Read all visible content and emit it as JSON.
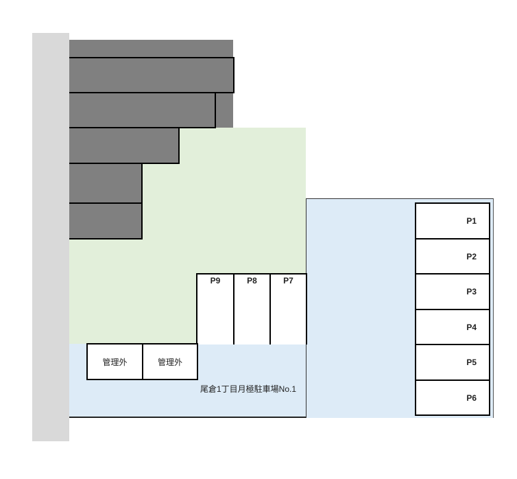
{
  "diagram": {
    "title": "尾倉1丁目月極駐車場No.1",
    "colors": {
      "road": "#d9d9d9",
      "building": "#808080",
      "green_area": "#e2efda",
      "parking_area": "#ddebf7",
      "slot": "#ffffff",
      "border": "#000000"
    },
    "right_slots": [
      {
        "label": "P1"
      },
      {
        "label": "P2"
      },
      {
        "label": "P3"
      },
      {
        "label": "P4"
      },
      {
        "label": "P5"
      },
      {
        "label": "P6"
      }
    ],
    "top_slots": [
      {
        "label": "P9"
      },
      {
        "label": "P8"
      },
      {
        "label": "P7"
      }
    ],
    "unmanaged_slots": [
      {
        "label": "管理外"
      },
      {
        "label": "管理外"
      }
    ]
  }
}
